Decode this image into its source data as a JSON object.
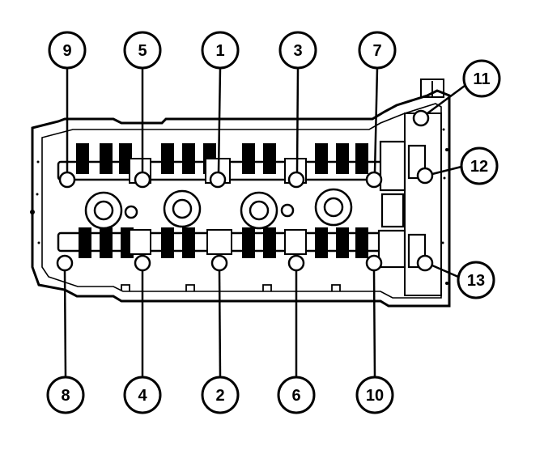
{
  "diagram": {
    "callouts": [
      {
        "id": "9",
        "label": "9"
      },
      {
        "id": "5",
        "label": "5"
      },
      {
        "id": "1",
        "label": "1"
      },
      {
        "id": "3",
        "label": "3"
      },
      {
        "id": "7",
        "label": "7"
      },
      {
        "id": "11",
        "label": "11"
      },
      {
        "id": "12",
        "label": "12"
      },
      {
        "id": "13",
        "label": "13"
      },
      {
        "id": "8",
        "label": "8"
      },
      {
        "id": "4",
        "label": "4"
      },
      {
        "id": "2",
        "label": "2"
      },
      {
        "id": "6",
        "label": "6"
      },
      {
        "id": "10",
        "label": "10"
      }
    ],
    "colors": {
      "ink": "#000000",
      "paper": "#ffffff",
      "shade": "#d9d9d9"
    }
  }
}
